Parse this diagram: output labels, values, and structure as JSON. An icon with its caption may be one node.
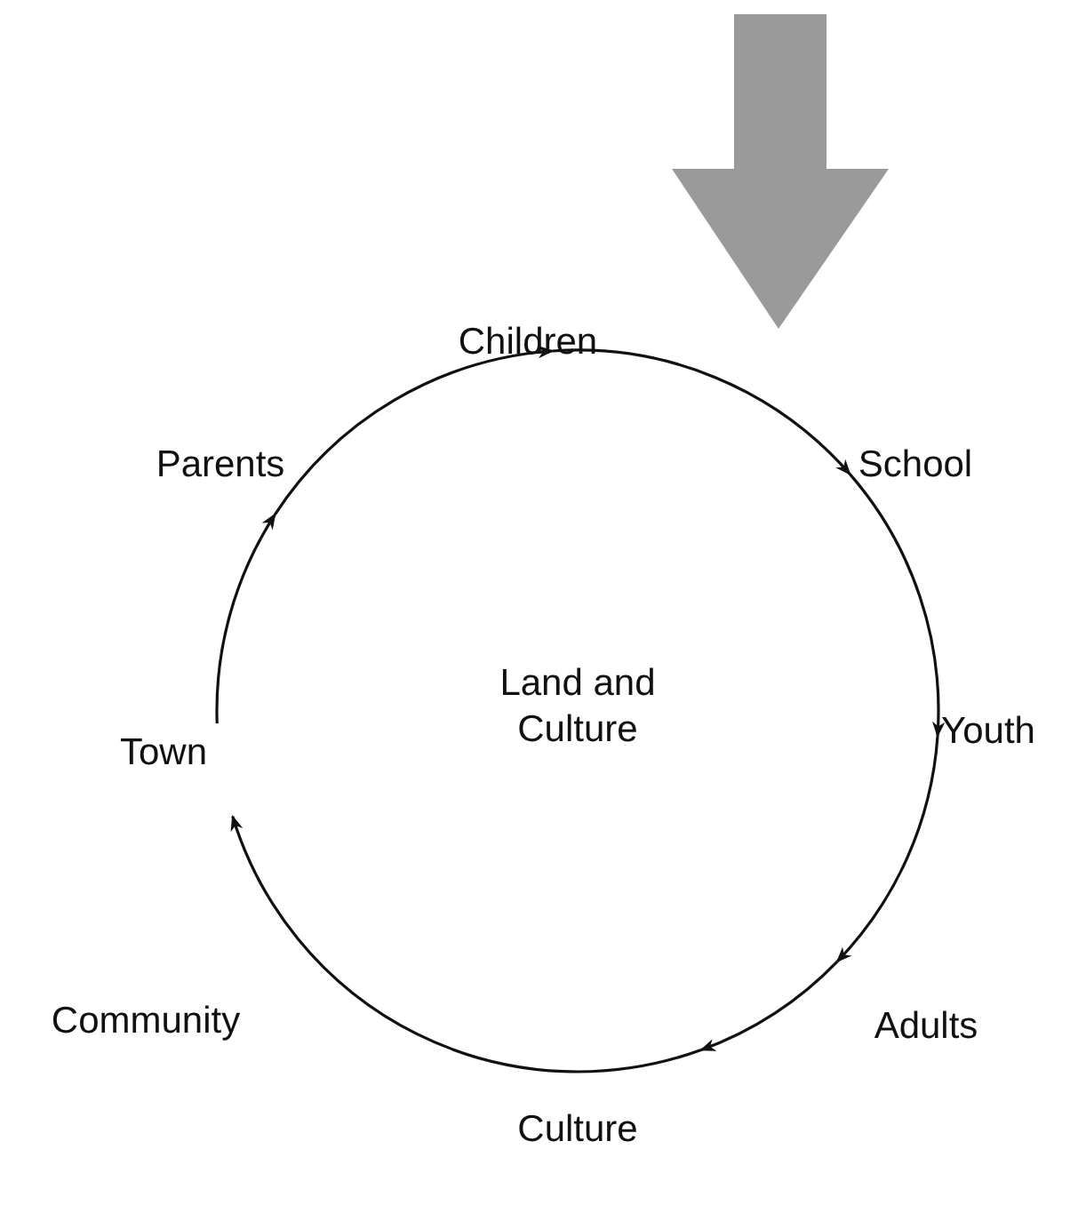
{
  "diagram": {
    "nodes": [
      {
        "text": [
          "Children"
        ]
      },
      {
        "text": [
          "School"
        ]
      },
      {
        "text": [
          "Youth"
        ]
      },
      {
        "text": [
          "Adults"
        ]
      },
      {
        "text": [
          "Culture"
        ]
      },
      {
        "text": [
          "Town"
        ]
      },
      {
        "text": [
          "Parents"
        ]
      }
    ],
    "edges": [
      {
        "from": 6,
        "to": 0,
        "arrow": "to"
      },
      {
        "from": 0,
        "to": 1,
        "arrow": "to"
      },
      {
        "from": 1,
        "to": 2,
        "arrow": "to"
      },
      {
        "from": 2,
        "to": 3,
        "arrow": "to"
      },
      {
        "from": 3,
        "to": 4,
        "arrow": "to"
      },
      {
        "from": 4,
        "to": 5,
        "arrow": "to"
      },
      {
        "from": 5,
        "to": 6,
        "arrow": "to"
      }
    ],
    "labels": [
      "Land and Culture",
      "Community"
    ]
  }
}
